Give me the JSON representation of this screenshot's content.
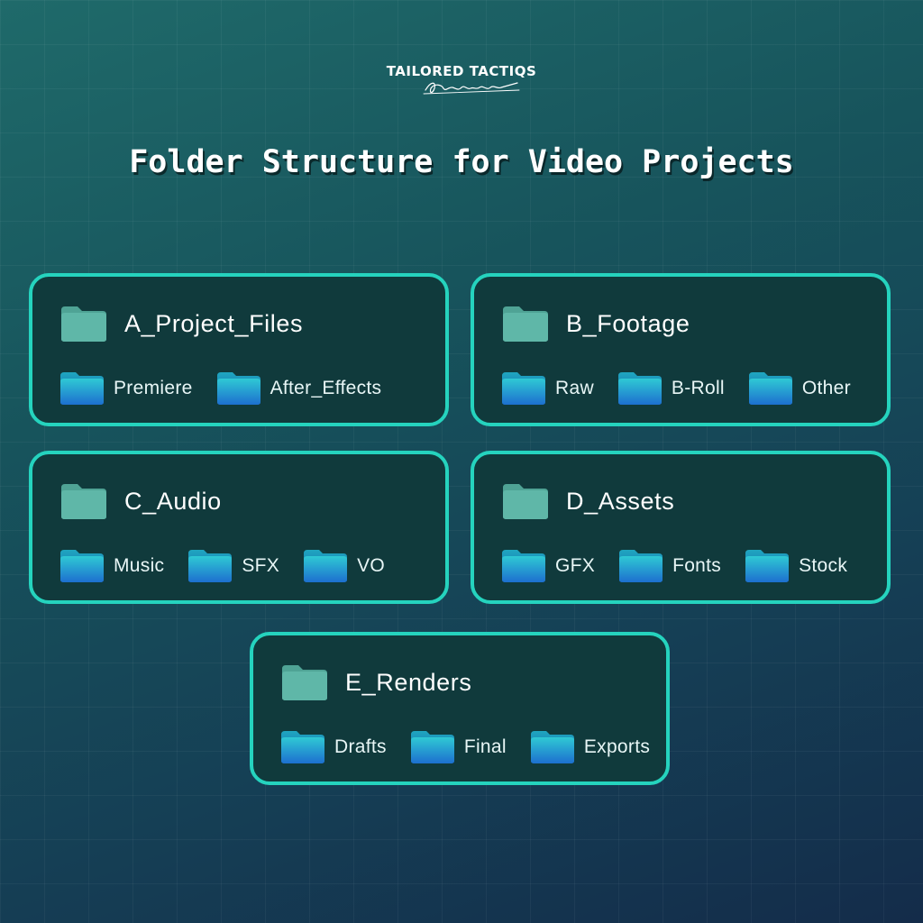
{
  "brand": {
    "name": "TAILORED TACTIQS"
  },
  "title": "Folder Structure for Video Projects",
  "colors": {
    "card_border": "#25d3be",
    "card_background": "#103a3c",
    "main_folder": "#5fb7a8",
    "sub_folder_top": "#2fc9d4",
    "sub_folder_bottom": "#1d6fcf"
  },
  "folders": [
    {
      "name": "A_Project_Files",
      "icon": "folder-icon",
      "subfolders": [
        "Premiere",
        "After_Effects"
      ]
    },
    {
      "name": "B_Footage",
      "icon": "folder-icon",
      "subfolders": [
        "Raw",
        "B-Roll",
        "Other"
      ]
    },
    {
      "name": "C_Audio",
      "icon": "folder-icon",
      "subfolders": [
        "Music",
        "SFX",
        "VO"
      ]
    },
    {
      "name": "D_Assets",
      "icon": "folder-icon",
      "subfolders": [
        "GFX",
        "Fonts",
        "Stock"
      ]
    },
    {
      "name": "E_Renders",
      "icon": "folder-icon",
      "subfolders": [
        "Drafts",
        "Final",
        "Exports"
      ]
    }
  ]
}
